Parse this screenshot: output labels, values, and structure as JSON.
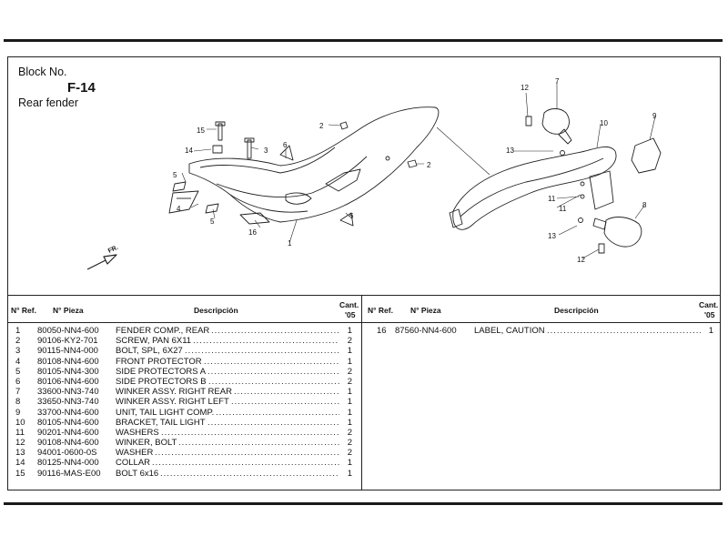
{
  "header": {
    "block_label": "Block No.",
    "block_code": "F-14",
    "block_name": "Rear fender"
  },
  "diagram": {
    "callouts": [
      "15",
      "14",
      "3",
      "2",
      "6",
      "5",
      "4",
      "5",
      "16",
      "1",
      "6",
      "2",
      "12",
      "7",
      "13",
      "10",
      "9",
      "11",
      "11",
      "13",
      "8",
      "12"
    ],
    "direction_label": "FR."
  },
  "table": {
    "headers": {
      "ref": "N° Ref.",
      "part": "N° Pieza",
      "desc": "Descripción",
      "qty_line1": "Cant.",
      "qty_line2": "'05"
    },
    "left_rows": [
      {
        "ref": "1",
        "part": "80050-NN4-600",
        "desc": "FENDER COMP., REAR",
        "qty": "1"
      },
      {
        "ref": "2",
        "part": "90106-KY2-701",
        "desc": "SCREW, PAN 6X11",
        "qty": "2"
      },
      {
        "ref": "3",
        "part": "90115-NN4-000",
        "desc": "BOLT, SPL, 6X27",
        "qty": "1"
      },
      {
        "ref": "4",
        "part": "80108-NN4-600",
        "desc": "FRONT PROTECTOR",
        "qty": "1"
      },
      {
        "ref": "5",
        "part": "80105-NN4-300",
        "desc": "SIDE PROTECTORS A",
        "qty": "2"
      },
      {
        "ref": "6",
        "part": "80106-NN4-600",
        "desc": "SIDE PROTECTORS B",
        "qty": "2"
      },
      {
        "ref": "7",
        "part": "33600-NN3-740",
        "desc": "WINKER ASSY. RIGHT REAR",
        "qty": "1"
      },
      {
        "ref": "8",
        "part": "33650-NN3-740",
        "desc": "WINKER ASSY. RIGHT LEFT",
        "qty": "1"
      },
      {
        "ref": "9",
        "part": "33700-NN4-600",
        "desc": "UNIT, TAIL LIGHT COMP.",
        "qty": "1"
      },
      {
        "ref": "10",
        "part": "80105-NN4-600",
        "desc": "BRACKET, TAIL LIGHT",
        "qty": "1"
      },
      {
        "ref": "11",
        "part": "90201-NN4-600",
        "desc": "WASHERS",
        "qty": "2"
      },
      {
        "ref": "12",
        "part": "90108-NN4-600",
        "desc": "WINKER, BOLT",
        "qty": "2"
      },
      {
        "ref": "13",
        "part": "94001-0600-0S",
        "desc": "WASHER",
        "qty": "2"
      },
      {
        "ref": "14",
        "part": "80125-NN4-000",
        "desc": "COLLAR",
        "qty": "1"
      },
      {
        "ref": "15",
        "part": "90116-MAS-E00",
        "desc": "BOLT 6x16",
        "qty": "1"
      }
    ],
    "right_rows": [
      {
        "ref": "16",
        "part": "87560-NN4-600",
        "desc": "LABEL, CAUTION",
        "qty": "1"
      }
    ]
  }
}
